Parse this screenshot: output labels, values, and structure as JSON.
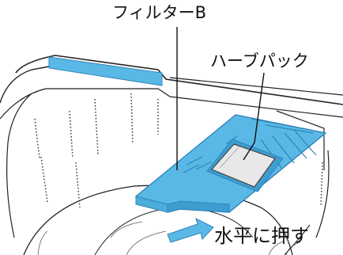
{
  "labels": {
    "filter_b": "フィルターB",
    "herb_pack": "ハーブパック",
    "push_horizontal": "水平に押す"
  },
  "colors": {
    "filter_fill": "#5ab8e6",
    "filter_edge": "#2f84b8",
    "line": "#222222",
    "herb_pack_fill": "#e8e8e8"
  },
  "icons": [
    "push-arrow-icon"
  ]
}
